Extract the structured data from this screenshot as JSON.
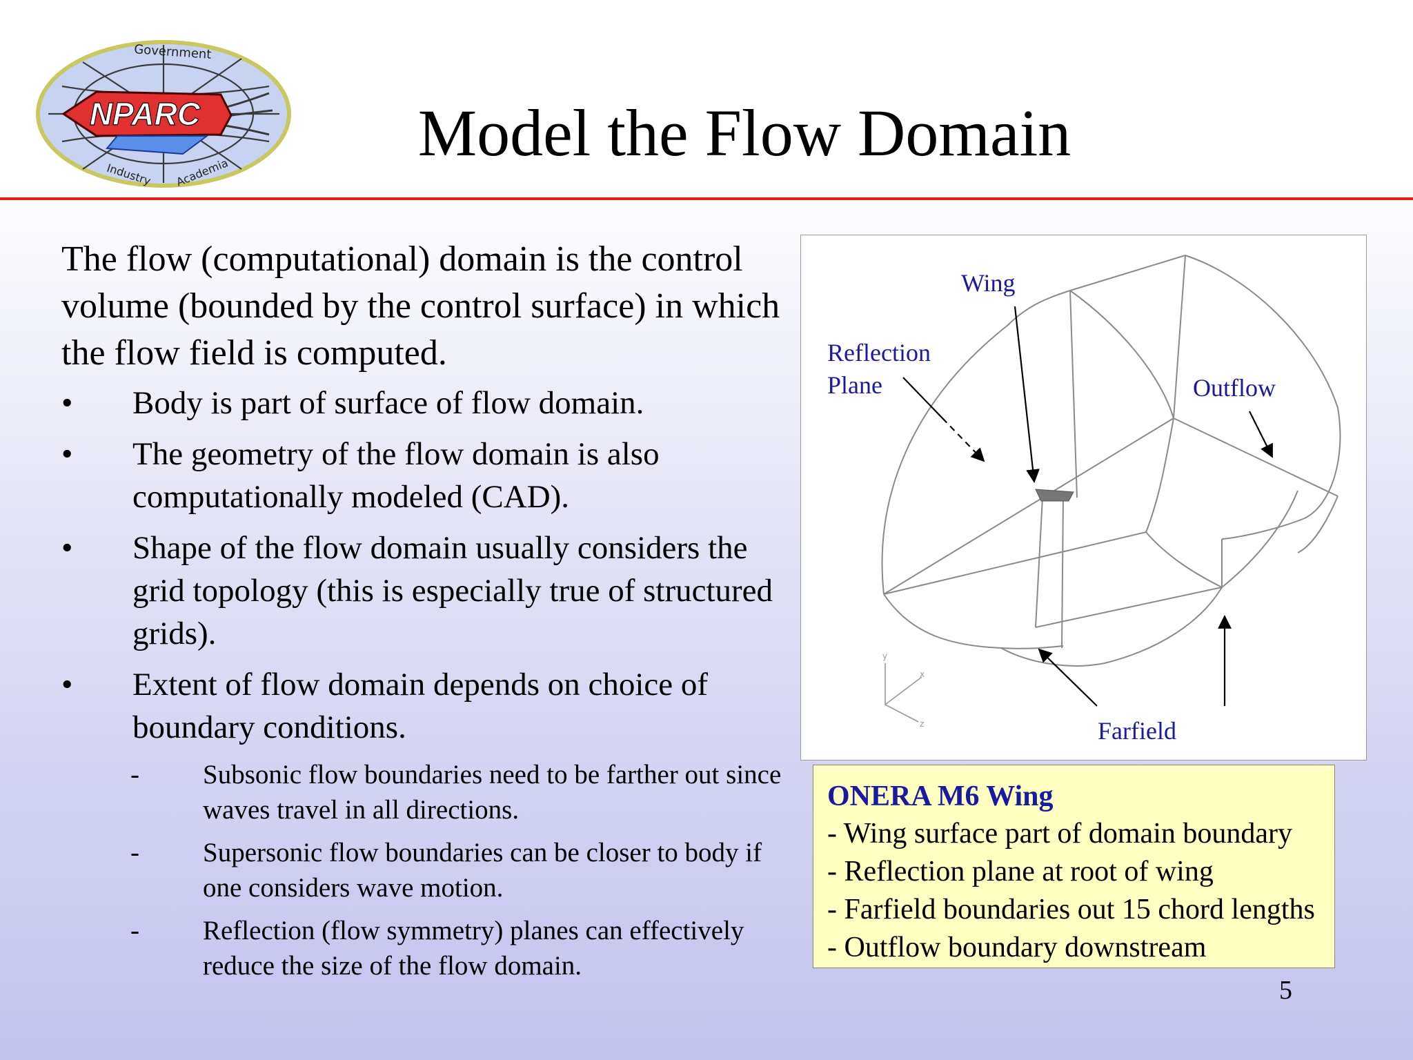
{
  "logo": {
    "text": "NPARC",
    "ring_top": "Government",
    "ring_bottom_left": "Industry",
    "ring_bottom_right": "Academia"
  },
  "slide": {
    "title": "Model the Flow Domain",
    "page_number": "5"
  },
  "body": {
    "intro": "The flow (computational) domain is the control volume (bounded by the control surface) in which the flow field is computed.",
    "bullets": [
      "Body is part of surface of flow domain.",
      "The geometry of the flow domain is also computationally modeled (CAD).",
      "Shape of the flow domain usually considers the grid topology (this is especially true of structured grids).",
      "Extent of flow domain depends on choice of boundary conditions."
    ],
    "sub_bullets": [
      "Subsonic flow boundaries need to be farther out since waves travel in all directions.",
      "Supersonic flow boundaries can be closer to body if one considers wave motion.",
      "Reflection (flow symmetry) planes can effectively reduce the size of the flow domain."
    ],
    "bullet_marker": "•",
    "sub_marker": "-"
  },
  "diagram": {
    "labels": {
      "wing": "Wing",
      "reflection_line1": "Reflection",
      "reflection_line2": "Plane",
      "outflow": "Outflow",
      "farfield": "Farfield"
    },
    "axes": {
      "y": "y",
      "x": "x",
      "z": "z"
    },
    "label_color": "#1a1aa0"
  },
  "info_box": {
    "title": "ONERA M6 Wing",
    "lines": [
      "- Wing surface part of domain boundary",
      "- Reflection plane at root of wing",
      "- Farfield boundaries out 15 chord lengths",
      "- Outflow boundary downstream"
    ],
    "background": "#ffffc2"
  },
  "colors": {
    "title_rule": "#e31c1c",
    "label_blue": "#1a1aa0"
  }
}
